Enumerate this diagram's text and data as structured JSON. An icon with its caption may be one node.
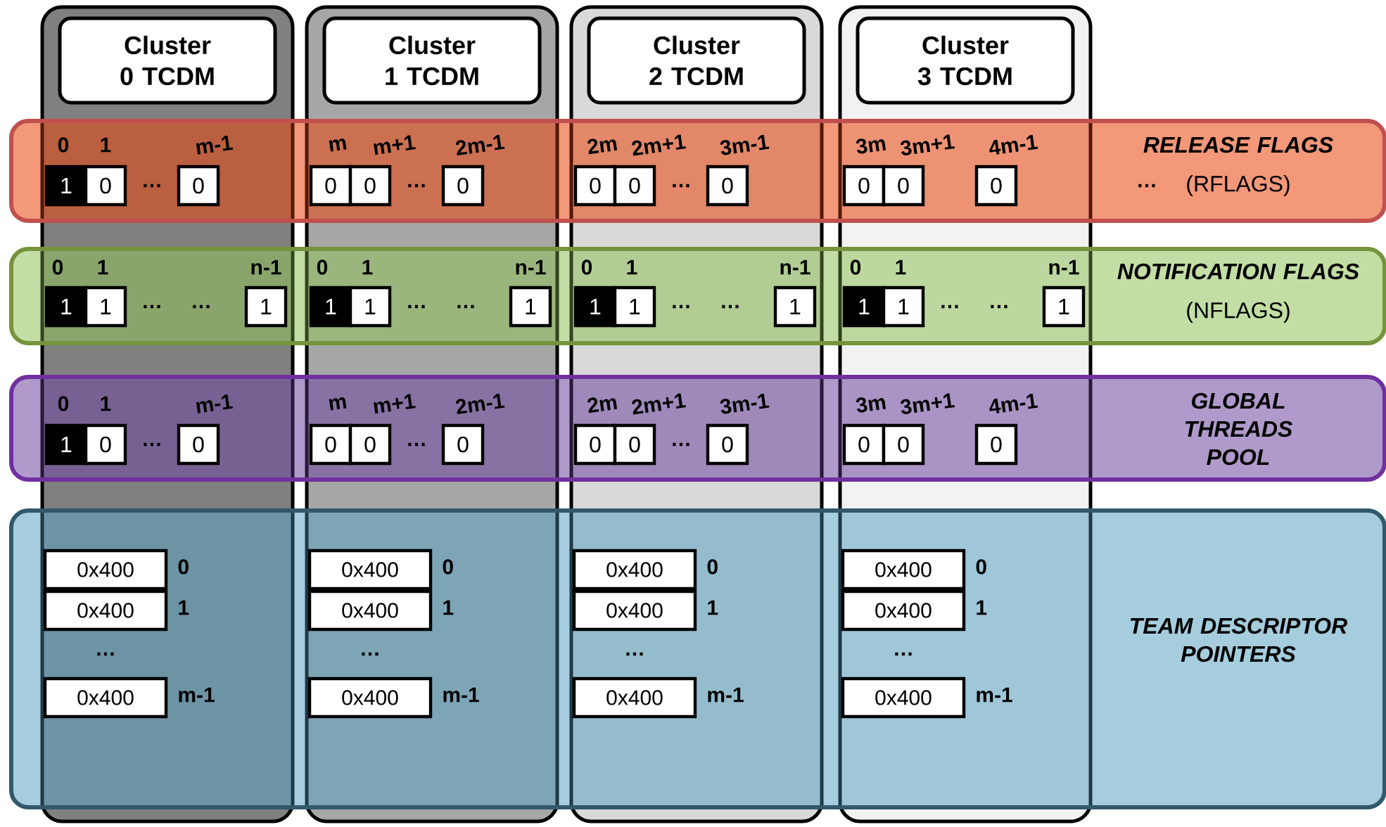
{
  "diagram": {
    "nodes": [
      {
        "text": [],
        "shape": "box"
      },
      {
        "text": [
          "Cluster 0 TCDM"
        ],
        "in": 0
      },
      {
        "text": [],
        "shape": "box"
      },
      {
        "text": [
          "Cluster 1 TCDM"
        ],
        "in": 2
      },
      {
        "text": [],
        "shape": "box"
      },
      {
        "text": [
          "Cluster 2 TCDM"
        ],
        "in": 4
      },
      {
        "text": [],
        "shape": "box"
      },
      {
        "text": [
          "Cluster 3 TCDM"
        ],
        "in": 6
      },
      {
        "text": [
          "RELEASE FLAGS",
          "(RFLAGS)"
        ]
      },
      {
        "text": [
          "NOTIFICATION FLAGS",
          "(NFLAGS)"
        ]
      },
      {
        "text": [
          "GLOBAL THREADS POOL"
        ]
      },
      {
        "text": [
          "TEAM DESCRIPTOR POINTERS"
        ]
      },
      {
        "text": [
          "1"
        ]
      },
      {
        "text": [
          "0"
        ]
      },
      {
        "text": [
          "0"
        ]
      },
      {
        "text": [
          "0"
        ]
      },
      {
        "text": [
          "0"
        ]
      },
      {
        "text": [
          "0"
        ]
      },
      {
        "text": [
          "0"
        ]
      },
      {
        "text": [
          "0"
        ]
      },
      {
        "text": [
          "0"
        ]
      },
      {
        "text": [
          "0"
        ]
      },
      {
        "text": [
          "0"
        ]
      },
      {
        "text": [
          "0"
        ]
      },
      {
        "text": [
          "1"
        ]
      },
      {
        "text": [
          "1"
        ]
      },
      {
        "text": [
          "1"
        ]
      },
      {
        "text": [
          "1"
        ]
      },
      {
        "text": [
          "1"
        ]
      },
      {
        "text": [
          "1"
        ]
      },
      {
        "text": [
          "1"
        ]
      },
      {
        "text": [
          "1"
        ]
      },
      {
        "text": [
          "1"
        ]
      },
      {
        "text": [
          "1"
        ]
      },
      {
        "text": [
          "1"
        ]
      },
      {
        "text": [
          "1"
        ]
      },
      {
        "text": [
          "1"
        ]
      },
      {
        "text": [
          "0"
        ]
      },
      {
        "text": [
          "0"
        ]
      },
      {
        "text": [
          "0"
        ]
      },
      {
        "text": [
          "0"
        ]
      },
      {
        "text": [
          "0"
        ]
      },
      {
        "text": [
          "0"
        ]
      },
      {
        "text": [
          "0"
        ]
      },
      {
        "text": [
          "0"
        ]
      },
      {
        "text": [
          "0"
        ]
      },
      {
        "text": [
          "0"
        ]
      },
      {
        "text": [
          "0"
        ]
      },
      {
        "text": [
          "0x400"
        ]
      },
      {
        "text": [
          "0x400"
        ]
      },
      {
        "text": [
          "0x400"
        ]
      },
      {
        "text": [
          "0x400"
        ]
      },
      {
        "text": [
          "0x400"
        ]
      },
      {
        "text": [
          "0x400"
        ]
      },
      {
        "text": [
          "0x400"
        ]
      },
      {
        "text": [
          "0x400"
        ]
      },
      {
        "text": [
          "0x400"
        ]
      },
      {
        "text": [
          "0x400"
        ]
      },
      {
        "text": [
          "0x400"
        ]
      },
      {
        "text": [
          "0x400"
        ]
      }
    ],
    "labels": [
      "0",
      "1",
      "m-1",
      "…",
      "m",
      "m+1",
      "2m-1",
      "…",
      "2m",
      "2m+1",
      "3m-1",
      "…",
      "3m",
      "3m+1",
      "4m-1",
      "…",
      "0",
      "1",
      "n-1",
      "…",
      "…",
      "0",
      "1",
      "n-1",
      "…",
      "…",
      "0",
      "1",
      "n-1",
      "…",
      "…",
      "0",
      "1",
      "n-1",
      "…",
      "…",
      "0",
      "1",
      "m-1",
      "…",
      "m",
      "m+1",
      "2m-1",
      "…",
      "2m",
      "2m+1",
      "3m-1",
      "…",
      "3m",
      "3m+1",
      "4m-1",
      "0",
      "1",
      "…",
      "m-1",
      "0",
      "1",
      "…",
      "m-1",
      "0",
      "1",
      "…",
      "m-1",
      "0",
      "1",
      "…",
      "m-1"
    ]
  }
}
